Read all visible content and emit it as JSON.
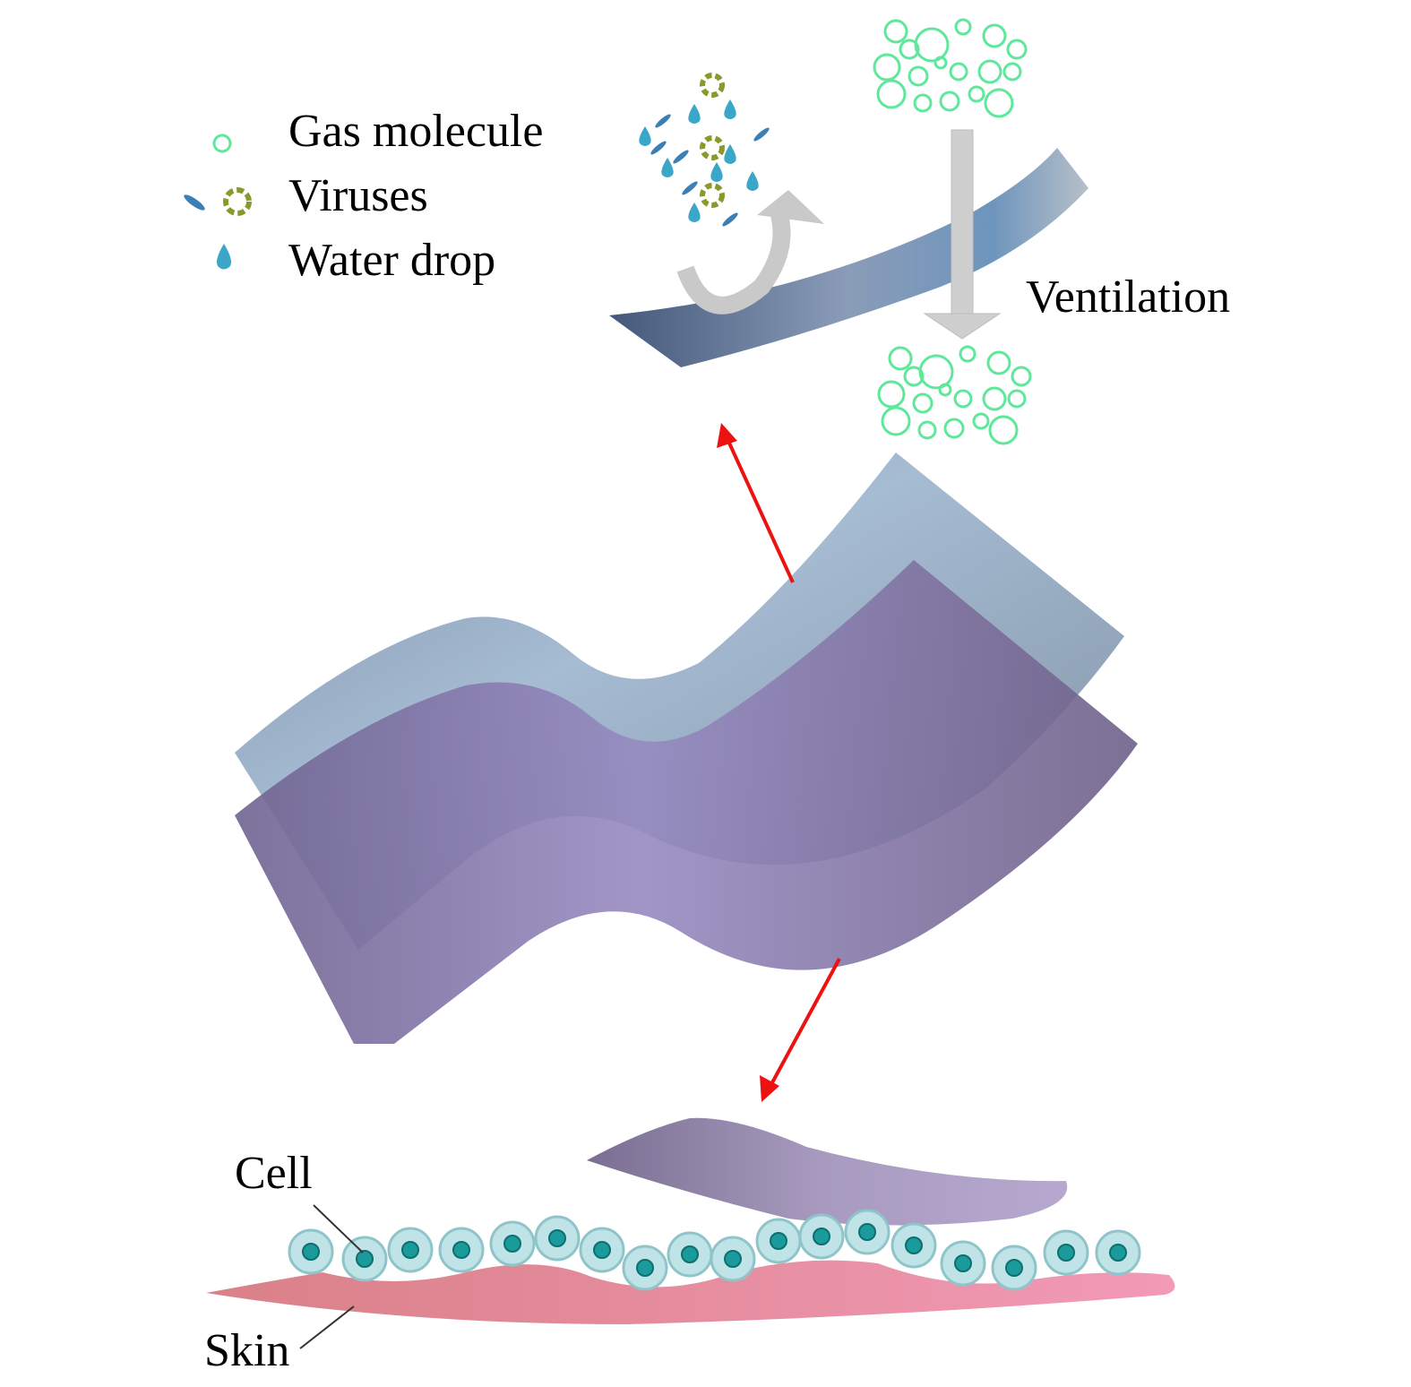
{
  "legend": {
    "items": [
      {
        "label": "Gas molecule",
        "icon": "gas-molecule-icon"
      },
      {
        "label": "Viruses",
        "icon": "virus-icon"
      },
      {
        "label": "Water drop",
        "icon": "water-drop-icon"
      }
    ]
  },
  "labels": {
    "ventilation": "Ventilation",
    "cell": "Cell",
    "skin": "Skin"
  },
  "colors": {
    "gas": "#5fe89c",
    "water": "#3aa6c8",
    "arrow": "#ee1111",
    "skin": "#e07e8e",
    "cell": "#bfe3e6",
    "nucleus": "#1a9a9a"
  }
}
